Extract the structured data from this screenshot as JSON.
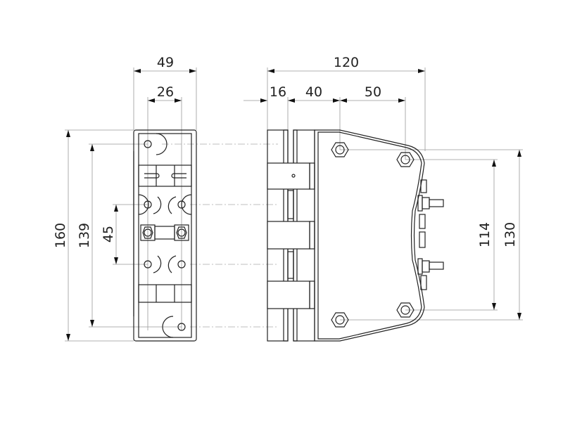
{
  "front_view": {
    "width_total": "49",
    "hole_spacing_horizontal": "26",
    "height_total": "160",
    "hole_spacing_outer": "139",
    "hole_spacing_inner": "45"
  },
  "side_view": {
    "depth_total": "120",
    "segment_1": "16",
    "segment_2": "40",
    "segment_3": "50",
    "hole_spacing_inner": "114",
    "hole_spacing_outer": "130"
  }
}
